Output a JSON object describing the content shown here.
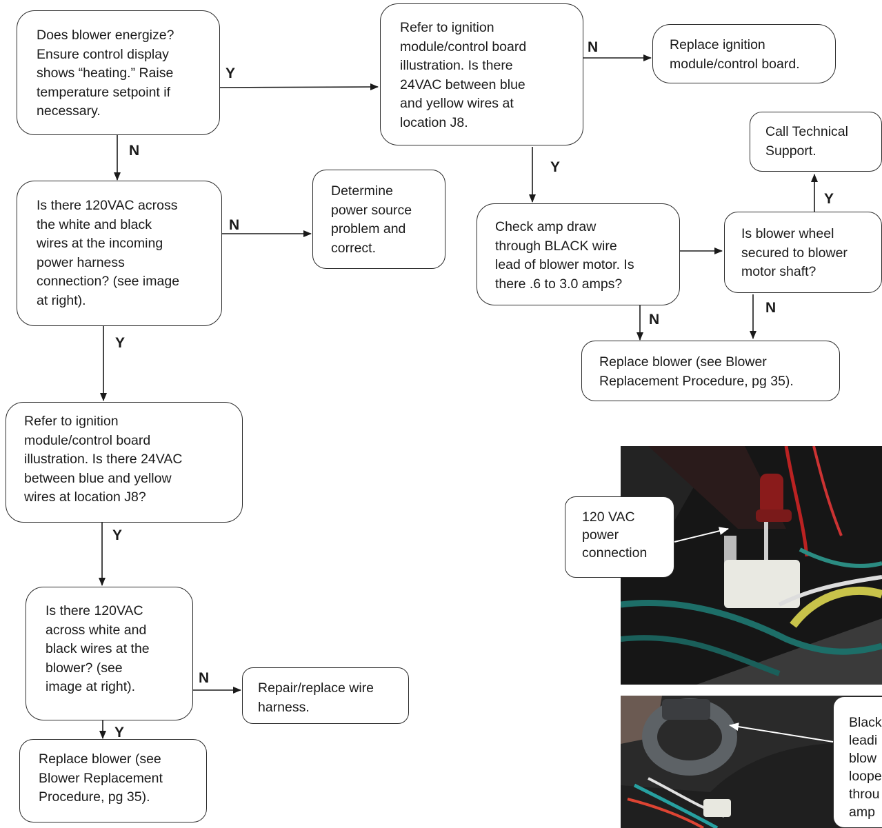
{
  "boxes": {
    "blower_energize": "Does blower energize?\nEnsure control display\nshows “heating.” Raise\ntemperature setpoint if\nnecessary.",
    "refer_ignition_top": "Refer to ignition\nmodule/control board\nillustration. Is there\n24VAC between blue\nand yellow wires at\nlocation J8.",
    "replace_ignition": "Replace ignition\nmodule/control board.",
    "call_support": "Call Technical\nSupport.",
    "check_120_incoming": "Is there 120VAC across\nthe white and black\nwires at the incoming\npower harness\nconnection? (see image\nat right).",
    "determine_power": "Determine\npower source\nproblem and\ncorrect.",
    "check_amp": "Check amp draw\nthrough BLACK wire\nlead of blower motor. Is\nthere .6 to 3.0 amps?",
    "wheel_secured": "Is blower wheel\nsecured to blower\nmotor shaft?",
    "replace_blower_right": "Replace blower (see Blower\nReplacement Procedure, pg 35).",
    "refer_ignition_left": "Refer to ignition\nmodule/control board\nillustration. Is there 24VAC\nbetween blue and yellow\nwires at location J8?",
    "check_120_blower": "Is there 120VAC\nacross white and\nblack wires at the\nblower? (see\nimage at right).",
    "repair_harness": "Repair/replace wire\nharness.",
    "replace_blower_left": "Replace blower (see\nBlower Replacement\nProcedure, pg 35)."
  },
  "labels": {
    "y1": "Y",
    "n1": "N",
    "n2": "N",
    "y2": "Y",
    "n3": "N",
    "y3": "Y",
    "y4": "Y",
    "n4": "N",
    "n5": "N",
    "y5": "Y",
    "n6": "N",
    "y6": "Y"
  },
  "callouts": {
    "power_connection": "120 VAC\npower\nconnection",
    "black_lead": "Black\nleadi\nblow\nloope\nthrou\namp"
  }
}
